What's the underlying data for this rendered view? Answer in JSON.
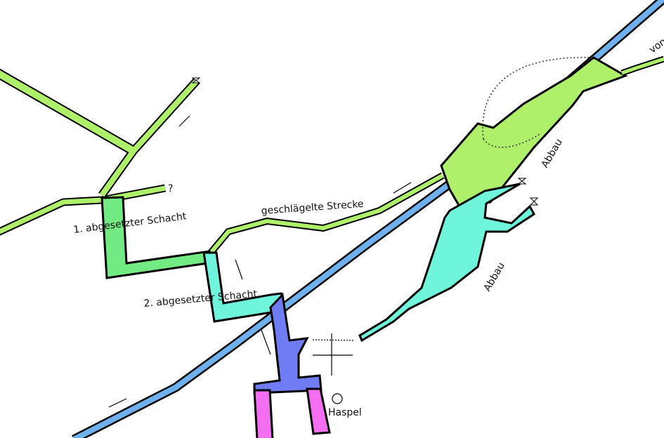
{
  "labels": {
    "shaft1": "1. abgesetzter Schacht",
    "shaft2": "2. abgesetzter Schacht",
    "drift": "geschlägelte Strecke",
    "stope_upper": "Abbau",
    "stope_lower": "Abbau",
    "winch": "Haspel",
    "from": "von",
    "unknown": "?"
  },
  "colors": {
    "green": "#aef06a",
    "shaft_green": "#72ec82",
    "turquoise": "#6ff5dc",
    "blue_shaft": "#6f7cf3",
    "magenta": "#f36ef0",
    "gallery_blue": "#6fb1ee"
  }
}
